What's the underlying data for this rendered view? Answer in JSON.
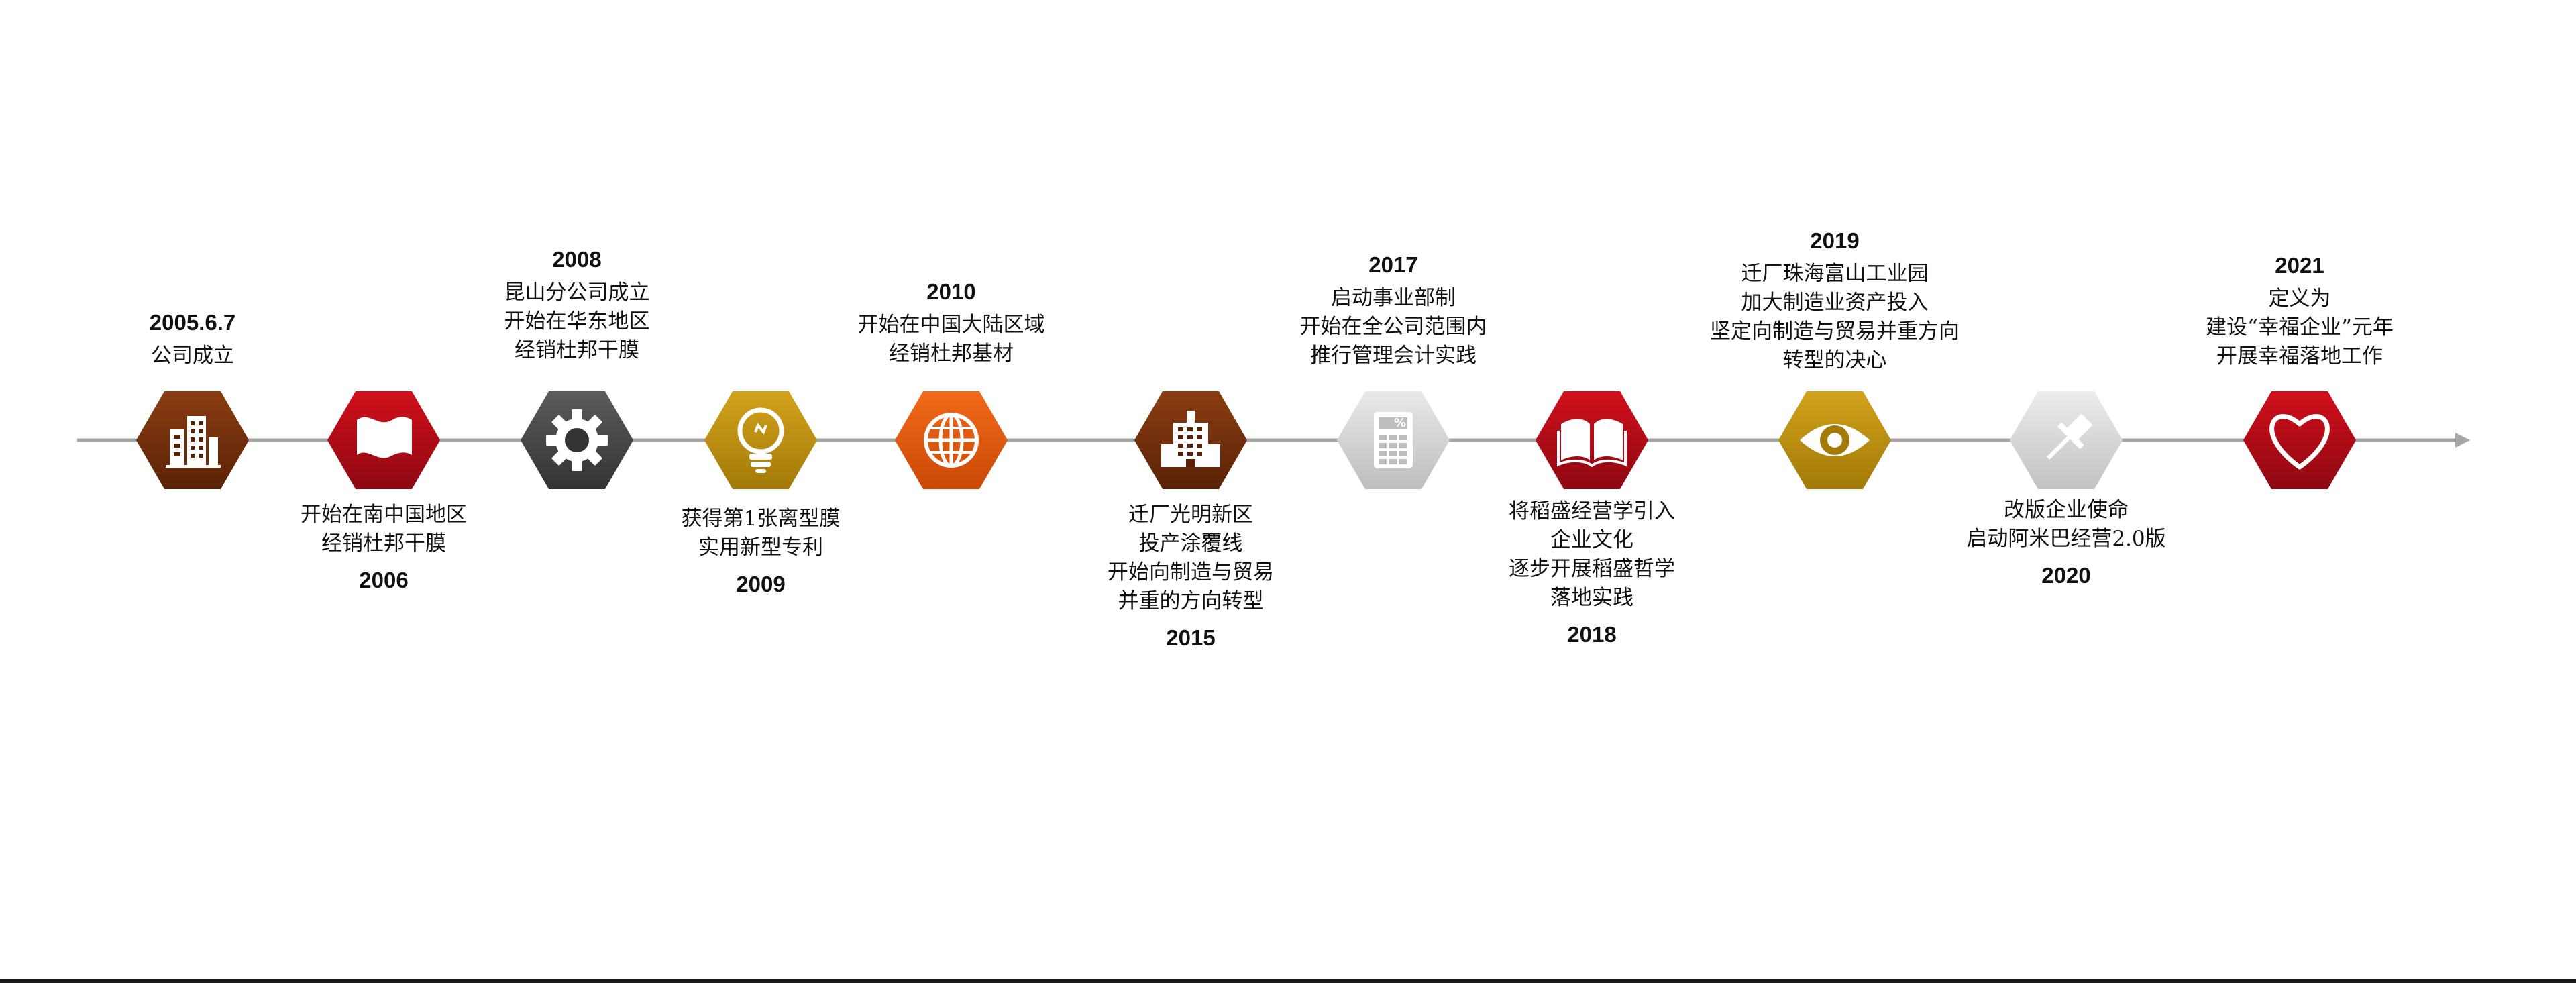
{
  "colors": {
    "axis": "#a6a6a6",
    "text": "#111111"
  },
  "milestones": [
    {
      "year": "2005.6.7",
      "lines": [
        "公司成立"
      ],
      "position": "above",
      "icon": "building-icon",
      "color_top": "#8b3d12",
      "color_bottom": "#5a2206"
    },
    {
      "year": "2006",
      "lines": [
        "开始在南中国地区",
        "经销杜邦干膜"
      ],
      "position": "below",
      "icon": "flag-icon",
      "color_top": "#d0101c",
      "color_bottom": "#8e0811"
    },
    {
      "year": "2008",
      "lines": [
        "昆山分公司成立",
        "开始在华东地区",
        "经销杜邦干膜"
      ],
      "position": "above",
      "icon": "gear-icon",
      "color_top": "#5c5c5c",
      "color_bottom": "#333333"
    },
    {
      "year": "2009",
      "lines": [
        "获得第1张离型膜",
        "实用新型专利"
      ],
      "position": "below",
      "icon": "lightbulb-icon",
      "color_top": "#d1a21b",
      "color_bottom": "#a37a08"
    },
    {
      "year": "2010",
      "lines": [
        "开始在中国大陆区域",
        "经销杜邦基材"
      ],
      "position": "above",
      "icon": "globe-icon",
      "color_top": "#f26a1a",
      "color_bottom": "#c94906"
    },
    {
      "year": "2015",
      "lines": [
        "迁厂光明新区",
        "投产涂覆线",
        "开始向制造与贸易",
        "并重的方向转型"
      ],
      "position": "below",
      "icon": "office-building-icon",
      "color_top": "#8b3d12",
      "color_bottom": "#5a2206"
    },
    {
      "year": "2017",
      "lines": [
        "启动事业部制",
        "开始在全公司范围内",
        "推行管理会计实践"
      ],
      "position": "above",
      "icon": "calculator-icon",
      "color_top": "#e9e9e9",
      "color_bottom": "#bdbdbd"
    },
    {
      "year": "2018",
      "lines": [
        "将稻盛经营学引入",
        "企业文化",
        "逐步开展稻盛哲学",
        "落地实践"
      ],
      "position": "below",
      "icon": "book-icon",
      "color_top": "#d0101c",
      "color_bottom": "#8e0811"
    },
    {
      "year": "2019",
      "lines": [
        "迁厂珠海富山工业园",
        "加大制造业资产投入",
        "坚定向制造与贸易并重方向",
        "转型的决心"
      ],
      "position": "above",
      "icon": "eye-icon",
      "color_top": "#d1a21b",
      "color_bottom": "#a37a08"
    },
    {
      "year": "2020",
      "lines": [
        "改版企业使命",
        "启动阿米巴经营2.0版"
      ],
      "position": "below",
      "icon": "pushpin-icon",
      "color_top": "#ececec",
      "color_bottom": "#c2c2c2"
    },
    {
      "year": "2021",
      "lines": [
        "定义为",
        "建设“幸福企业”元年",
        "开展幸福落地工作"
      ],
      "position": "above",
      "icon": "heart-icon",
      "color_top": "#d0101c",
      "color_bottom": "#8e0811"
    }
  ]
}
